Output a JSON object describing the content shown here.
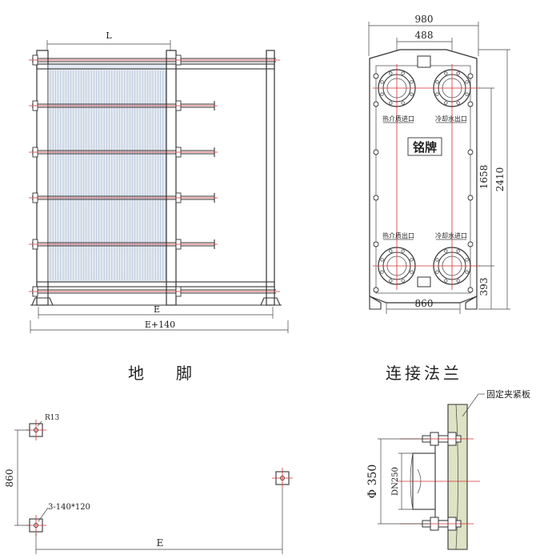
{
  "front_view": {
    "dim_L": "L",
    "dim_E": "E",
    "dim_E_plus": "E+140"
  },
  "side_view": {
    "dim_width": "980",
    "dim_port_spacing": "488",
    "dim_base_width": "860",
    "dim_port_vertical": "1658",
    "dim_total_height": "2410",
    "dim_bottom": "393",
    "label_hot_in": "热介质进口",
    "label_cool_out": "冷却水出口",
    "label_hot_out": "热介质出口",
    "label_cool_in": "冷却水进口",
    "nameplate": "铭牌"
  },
  "foot_view": {
    "title": "地　　脚",
    "dim_radius": "R13",
    "dim_hole": "3-140*120",
    "dim_height": "860",
    "dim_E": "E"
  },
  "flange_view": {
    "title": "连接法兰",
    "leader_label": "固定夹紧板",
    "dim_diameter": "Φ 350",
    "dim_dn": "DN250"
  },
  "colors": {
    "line": "#333333",
    "centerline": "#d23232",
    "plate_fill": "#e4eaf2"
  }
}
